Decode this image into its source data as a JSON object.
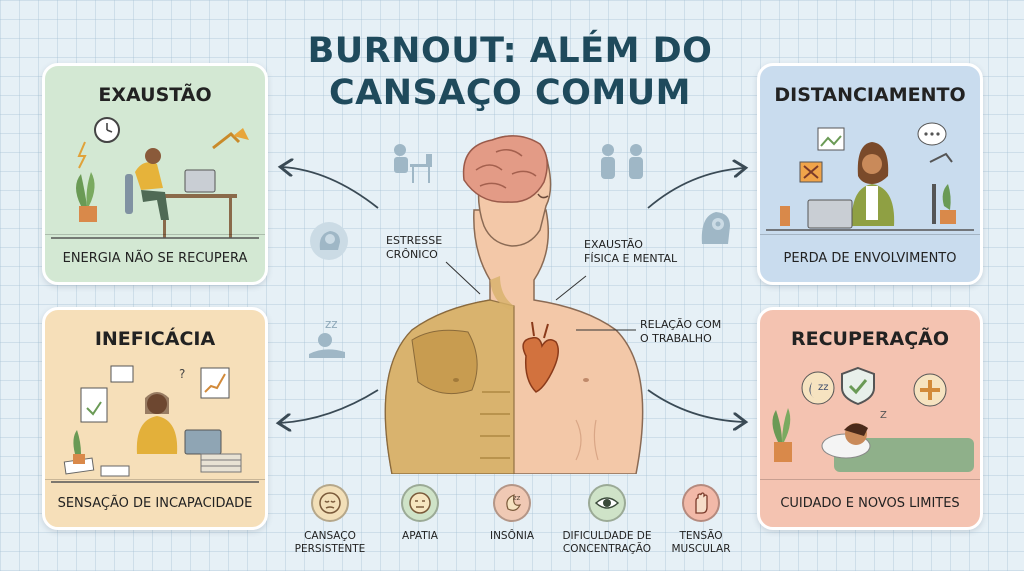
{
  "title_line1": "BURNOUT: ALÉM DO",
  "title_line2": "CANSAÇO COMUM",
  "cards": {
    "exaustao": {
      "heading": "EXAUSTÃO",
      "caption": "ENERGIA NÃO SE RECUPERA",
      "color": "#d3e8d3"
    },
    "ineficacia": {
      "heading": "INEFICÁCIA",
      "caption": "SENSAÇÃO DE INCAPACIDADE",
      "color": "#f6dfb9"
    },
    "distanciamento": {
      "heading": "DISTANCIAMENTO",
      "caption": "PERDA DE ENVOLVIMENTO",
      "color": "#c9dcee"
    },
    "recuperacao": {
      "heading": "RECUPERAÇÃO",
      "caption": "CUIDADO E NOVOS LIMITES",
      "color": "#f4c3b1"
    }
  },
  "body_labels": {
    "estresse_l1": "ESTRESSE",
    "estresse_l2": "CRÔNICO",
    "exaustao_l1": "EXAUSTÃO",
    "exaustao_l2": "FÍSICA E MENTAL",
    "relacao_l1": "RELAÇÃO COM",
    "relacao_l2": "O TRABALHO"
  },
  "symptoms": [
    {
      "l1": "CANSAÇO",
      "l2": "PERSISTENTE",
      "icon": "tired-face-icon",
      "color": "#f2dfb8"
    },
    {
      "l1": "APATIA",
      "l2": "",
      "icon": "neutral-face-icon",
      "color": "#cfe3c8"
    },
    {
      "l1": "INSÔNIA",
      "l2": "",
      "icon": "moon-sleep-icon",
      "color": "#f0c9b4"
    },
    {
      "l1": "DIFICULDADE DE",
      "l2": "CONCENTRAÇÃO",
      "icon": "eye-icon",
      "color": "#cfe3c8"
    },
    {
      "l1": "TENSÃO",
      "l2": "MUSCULAR",
      "icon": "hand-icon",
      "color": "#f2b9a8"
    }
  ]
}
